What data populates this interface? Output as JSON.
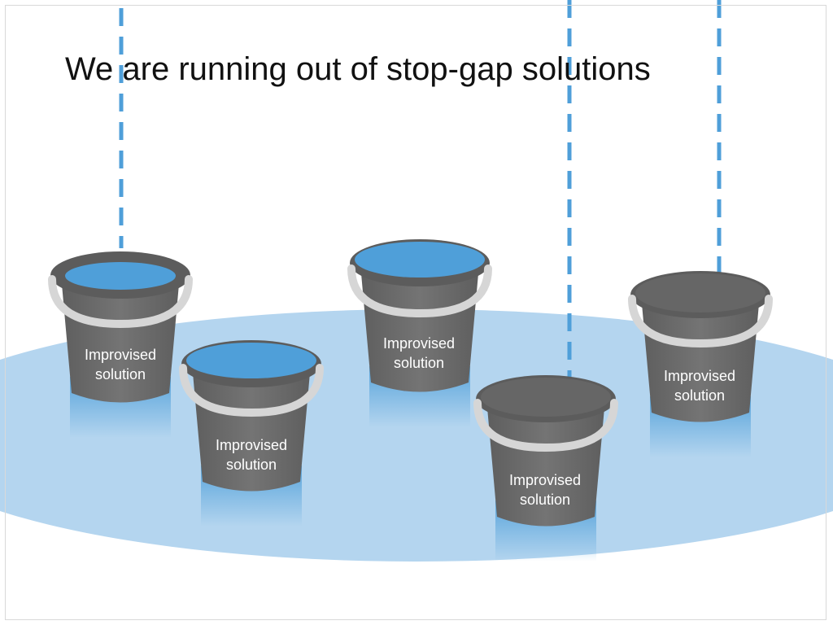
{
  "slide": {
    "title": "We are running out of stop-gap solutions"
  },
  "colors": {
    "puddle": "#b4d5ef",
    "water": "#4f9fd9",
    "drip": "#4f9fd9",
    "bucket_body": "#6f6f6f",
    "bucket_rim": "#5c5c5c",
    "bucket_inside": "#666666",
    "handle": "#d6d6d6",
    "label_text": "#ffffff"
  },
  "buckets": [
    {
      "label": "Improvised solution",
      "water": "filled"
    },
    {
      "label": "Improvised solution",
      "water": "filled"
    },
    {
      "label": "Improvised solution",
      "water": "filled"
    },
    {
      "label": "Improvised solution",
      "water": "empty"
    },
    {
      "label": "Improvised solution",
      "water": "empty"
    }
  ]
}
